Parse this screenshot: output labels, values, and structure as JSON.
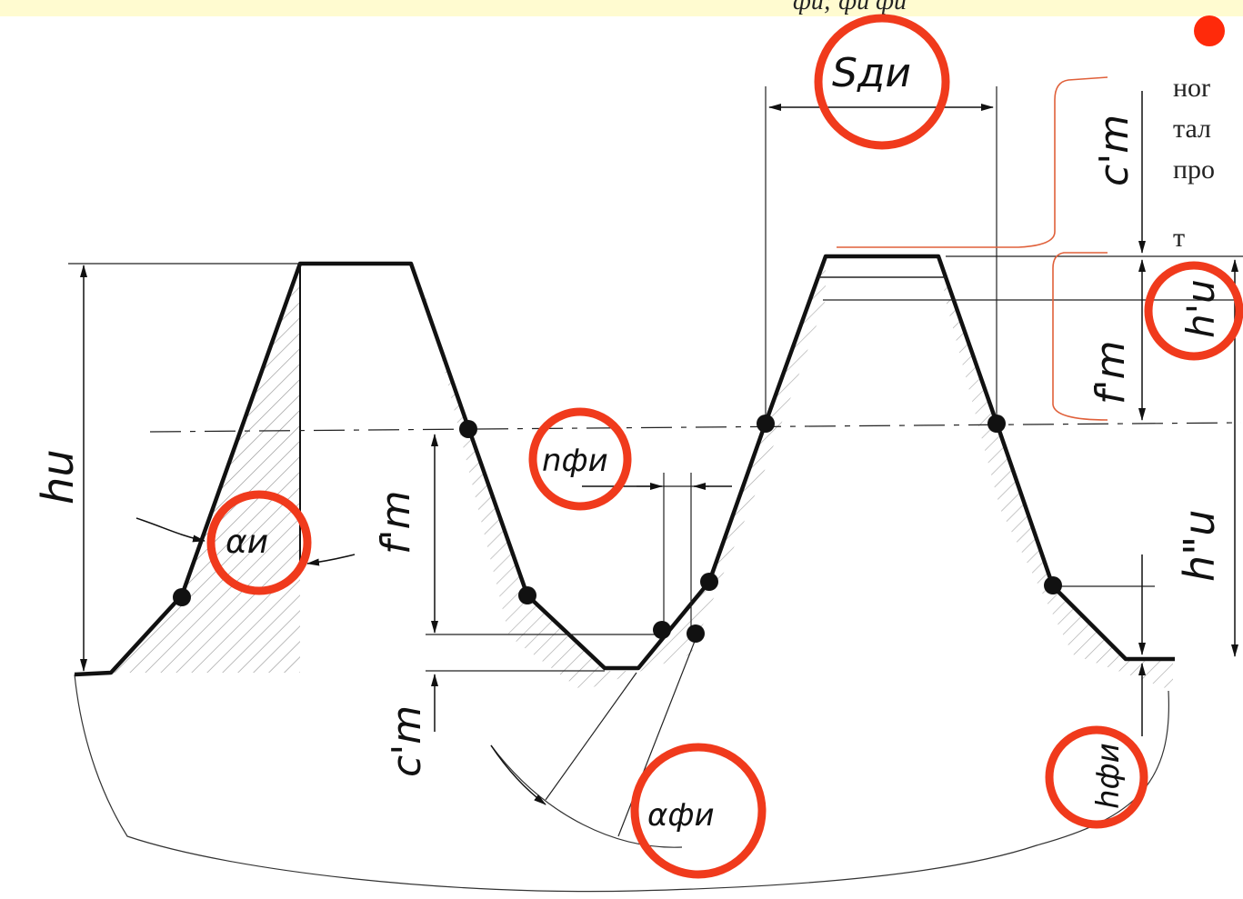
{
  "banner": {
    "text": "фи;   фи      фи"
  },
  "side_notes": {
    "lines": [
      "ноr",
      "тал",
      "про",
      "т"
    ]
  },
  "labels": {
    "s_du": "Sди",
    "h_u": "hu",
    "alpha_u": "αи",
    "f_m_left": "f'm",
    "c_m_left": "c'm",
    "n_fu": "nфи",
    "alpha_fu": "αфи",
    "c_m_right": "c'm",
    "f_m_right": "f'm",
    "h_u_prime": "h'u",
    "h_u_double": "h\"u",
    "h_fu": "hфи"
  },
  "colors": {
    "highlight": "#f03a1c",
    "bullet": "#ff2a0a",
    "banner": "#fffbd0",
    "ink": "#111111",
    "bracket": "#e0603a"
  }
}
